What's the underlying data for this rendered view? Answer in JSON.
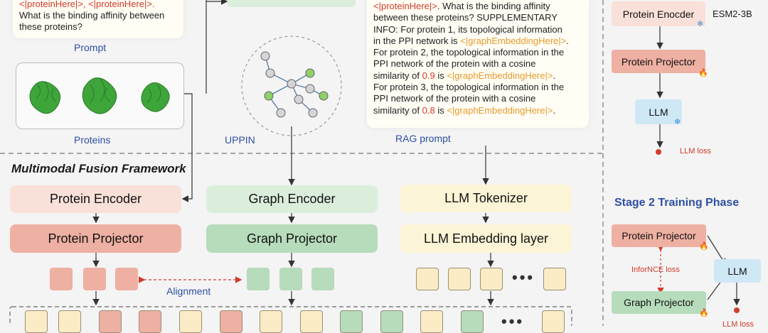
{
  "prompt": {
    "line_top_red": "<|proteinHere|>, <|proteinHere|>.",
    "line1": "What is the binding affinity between",
    "line2": "these proteins?",
    "caption": "Prompt"
  },
  "proteins": {
    "caption": "Proteins"
  },
  "uppin": {
    "caption": "UPPIN"
  },
  "rag": {
    "l1_red": "<|proteinHere|>",
    "l1_rest": ". What is the binding affinity",
    "l2": "between these proteins? SUPPLEMENTARY",
    "l3": "INFO: For protein 1, its topological information",
    "l4_pre": "in the PPI network is ",
    "l4_orange": "<|graphEmbeddingHere|>",
    "l4_post": ".",
    "l5": "For protein 2, the topological information in the",
    "l6": "PPI network of the protein with a cosine",
    "l7_pre": "similarity of ",
    "l7_red": "0.9",
    "l7_mid": " is ",
    "l7_orange": "<|graphEmbeddingHere|>",
    "l7_post": ".",
    "l8": "For protein 3, the topological information in the",
    "l9": "PPI network of the protein with a cosine",
    "l10_pre": "similarity of ",
    "l10_red": "0.8",
    "l10_mid": " is ",
    "l10_orange": "<|graphEmbeddingHere|>",
    "l10_post": ".",
    "caption": "RAG prompt"
  },
  "fusion": {
    "title": "Multimodal Fusion Framework",
    "protein_encoder": "Protein Encoder",
    "protein_projector": "Protein Projector",
    "graph_encoder": "Graph Encoder",
    "graph_projector": "Graph Projector",
    "llm_tokenizer": "LLM Tokenizer",
    "llm_embedding": "LLM Embedding layer",
    "alignment": "Alignment",
    "ellipsis": "•••"
  },
  "stage1": {
    "protein_encoder": "Protein Enocder",
    "esm": "ESM2-3B",
    "protein_projector": "Protein Projector",
    "llm": "LLM",
    "loss": "LLM loss"
  },
  "stage2": {
    "title": "Stage 2 Training Phase",
    "protein_projector": "Protein Projector",
    "infornce": "InforNCE loss",
    "llm": "LLM",
    "graph_projector": "Graph Projector",
    "loss": "LLM loss"
  },
  "colors": {
    "pink_light": "#f9e0d9",
    "pink": "#eeb0a2",
    "green_light": "#dbeedc",
    "green": "#b6dcbb",
    "yellow_light": "#fcf4d6",
    "yellow": "#fbecc6",
    "blue": "#cfe8f6",
    "caption_blue": "#2e4fa3",
    "red": "#d23b2b",
    "orange": "#e89b2d"
  }
}
